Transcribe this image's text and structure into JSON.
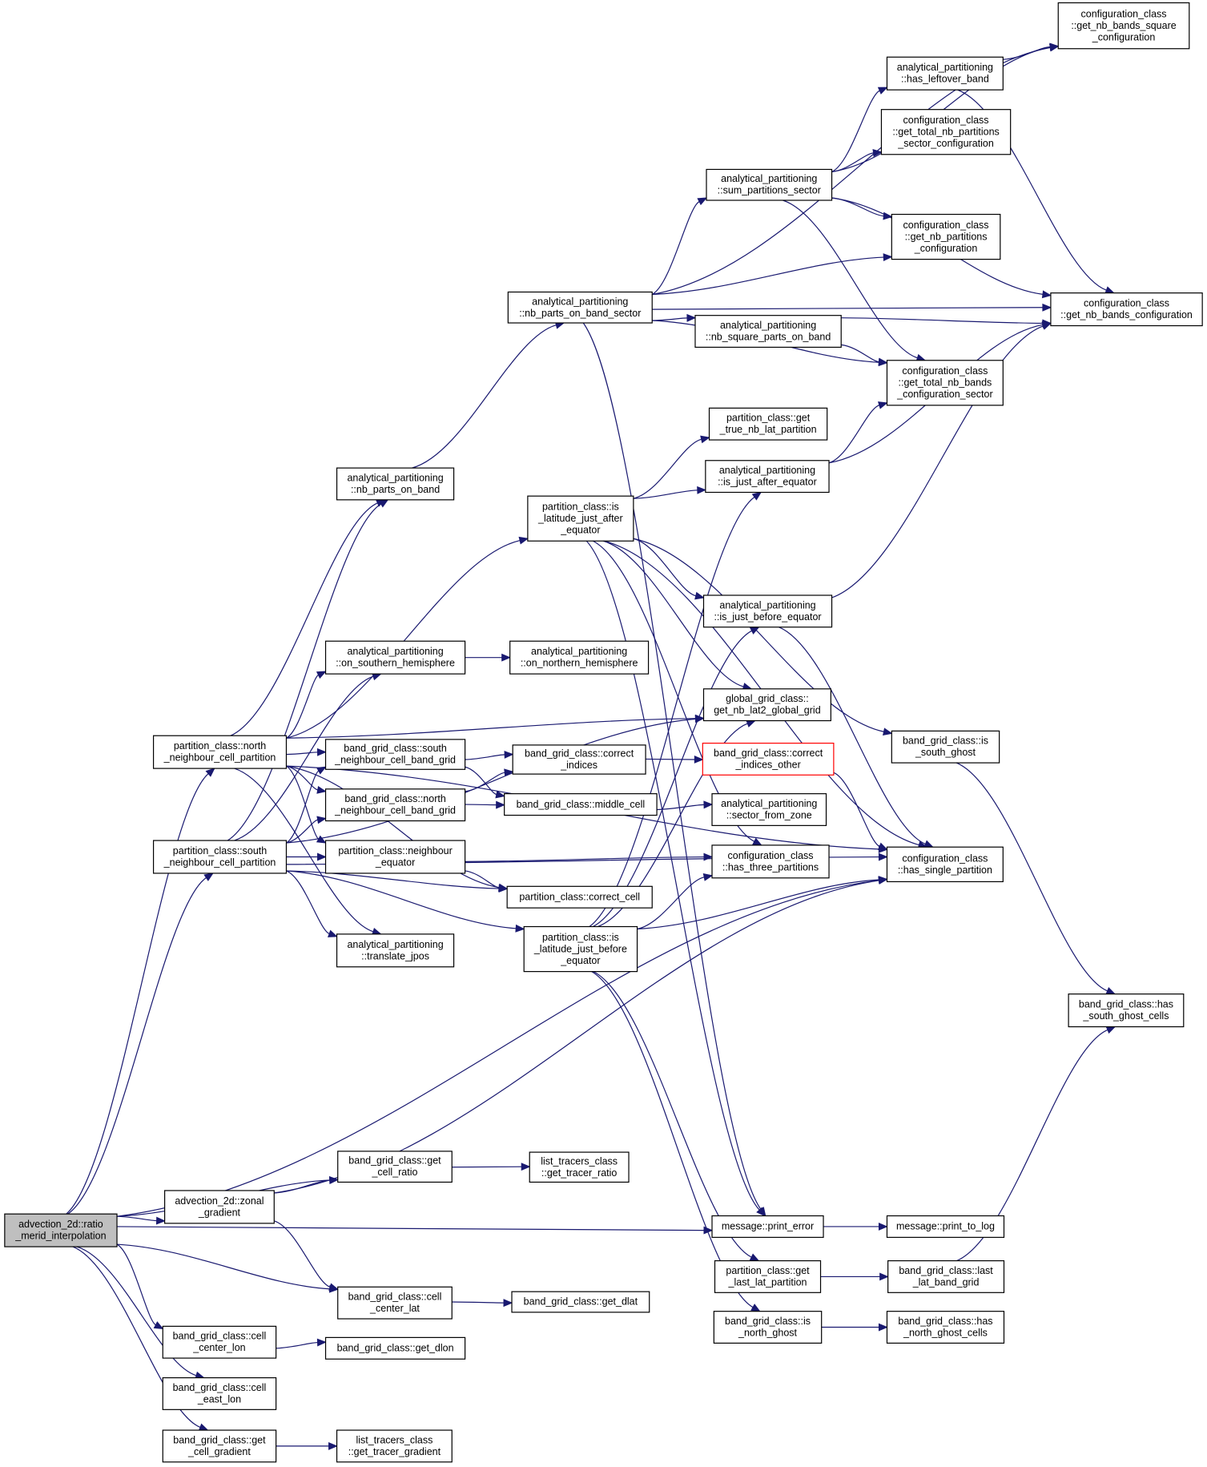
{
  "nodes": [
    {
      "id": "root",
      "lines": [
        "advection_2d::ratio",
        "_merid_interpolation"
      ],
      "style": "root"
    },
    {
      "id": "get_nb_bands_square",
      "lines": [
        "configuration_class",
        "::get_nb_bands_square",
        "_configuration"
      ]
    },
    {
      "id": "has_leftover_band",
      "lines": [
        "analytical_partitioning",
        "::has_leftover_band"
      ]
    },
    {
      "id": "get_total_nb_partitions_sector",
      "lines": [
        "configuration_class",
        "::get_total_nb_partitions",
        "_sector_configuration"
      ]
    },
    {
      "id": "sum_partitions_sector",
      "lines": [
        "analytical_partitioning",
        "::sum_partitions_sector"
      ]
    },
    {
      "id": "get_nb_partitions_conf",
      "lines": [
        "configuration_class",
        "::get_nb_partitions",
        "_configuration"
      ]
    },
    {
      "id": "nb_parts_on_band_sector",
      "lines": [
        "analytical_partitioning",
        "::nb_parts_on_band_sector"
      ]
    },
    {
      "id": "get_nb_bands_conf",
      "lines": [
        "configuration_class",
        "::get_nb_bands_configuration"
      ]
    },
    {
      "id": "nb_square_parts_on_band",
      "lines": [
        "analytical_partitioning",
        "::nb_square_parts_on_band"
      ]
    },
    {
      "id": "get_total_nb_bands_sector",
      "lines": [
        "configuration_class",
        "::get_total_nb_bands",
        "_configuration_sector"
      ]
    },
    {
      "id": "get_true_nb_lat_partition",
      "lines": [
        "partition_class::get",
        "_true_nb_lat_partition"
      ]
    },
    {
      "id": "nb_parts_on_band",
      "lines": [
        "analytical_partitioning",
        "::nb_parts_on_band"
      ]
    },
    {
      "id": "is_just_after_equator",
      "lines": [
        "analytical_partitioning",
        "::is_just_after_equator"
      ]
    },
    {
      "id": "is_latitude_just_after",
      "lines": [
        "partition_class::is",
        "_latitude_just_after",
        "_equator"
      ]
    },
    {
      "id": "is_just_before_equator",
      "lines": [
        "analytical_partitioning",
        "::is_just_before_equator"
      ]
    },
    {
      "id": "on_southern_hemisphere",
      "lines": [
        "analytical_partitioning",
        "::on_southern_hemisphere"
      ]
    },
    {
      "id": "on_northern_hemisphere",
      "lines": [
        "analytical_partitioning",
        "::on_northern_hemisphere"
      ]
    },
    {
      "id": "get_nb_lat2_global_grid",
      "lines": [
        "global_grid_class::",
        "get_nb_lat2_global_grid"
      ]
    },
    {
      "id": "is_south_ghost",
      "lines": [
        "band_grid_class::is",
        "_south_ghost"
      ]
    },
    {
      "id": "north_neighbour_cell_partition",
      "lines": [
        "partition_class::north",
        "_neighbour_cell_partition"
      ]
    },
    {
      "id": "south_neighbour_cell_band_grid",
      "lines": [
        "band_grid_class::south",
        "_neighbour_cell_band_grid"
      ]
    },
    {
      "id": "correct_indices",
      "lines": [
        "band_grid_class::correct",
        "_indices"
      ]
    },
    {
      "id": "correct_indices_other",
      "lines": [
        "band_grid_class::correct",
        "_indices_other"
      ],
      "style": "red"
    },
    {
      "id": "north_neighbour_cell_band_grid",
      "lines": [
        "band_grid_class::north",
        "_neighbour_cell_band_grid"
      ]
    },
    {
      "id": "middle_cell",
      "lines": [
        "band_grid_class::middle_cell"
      ]
    },
    {
      "id": "sector_from_zone",
      "lines": [
        "analytical_partitioning",
        "::sector_from_zone"
      ]
    },
    {
      "id": "south_neighbour_cell_partition",
      "lines": [
        "partition_class::south",
        "_neighbour_cell_partition"
      ]
    },
    {
      "id": "neighbour_equator",
      "lines": [
        "partition_class::neighbour",
        "_equator"
      ]
    },
    {
      "id": "has_three_partitions",
      "lines": [
        "configuration_class",
        "::has_three_partitions"
      ]
    },
    {
      "id": "has_single_partition",
      "lines": [
        "configuration_class",
        "::has_single_partition"
      ]
    },
    {
      "id": "correct_cell",
      "lines": [
        "partition_class::correct_cell"
      ]
    },
    {
      "id": "is_latitude_just_before",
      "lines": [
        "partition_class::is",
        "_latitude_just_before",
        "_equator"
      ]
    },
    {
      "id": "translate_jpos",
      "lines": [
        "analytical_partitioning",
        "::translate_jpos"
      ]
    },
    {
      "id": "has_south_ghost_cells",
      "lines": [
        "band_grid_class::has",
        "_south_ghost_cells"
      ]
    },
    {
      "id": "get_cell_ratio",
      "lines": [
        "band_grid_class::get",
        "_cell_ratio"
      ]
    },
    {
      "id": "get_tracer_ratio",
      "lines": [
        "list_tracers_class",
        "::get_tracer_ratio"
      ]
    },
    {
      "id": "zonal_gradient",
      "lines": [
        "advection_2d::zonal",
        "_gradient"
      ]
    },
    {
      "id": "print_error",
      "lines": [
        "message::print_error"
      ]
    },
    {
      "id": "print_to_log",
      "lines": [
        "message::print_to_log"
      ]
    },
    {
      "id": "get_last_lat_partition",
      "lines": [
        "partition_class::get",
        "_last_lat_partition"
      ]
    },
    {
      "id": "last_lat_band_grid",
      "lines": [
        "band_grid_class::last",
        "_lat_band_grid"
      ]
    },
    {
      "id": "cell_center_lat",
      "lines": [
        "band_grid_class::cell",
        "_center_lat"
      ]
    },
    {
      "id": "get_dlat",
      "lines": [
        "band_grid_class::get_dlat"
      ]
    },
    {
      "id": "is_north_ghost",
      "lines": [
        "band_grid_class::is",
        "_north_ghost"
      ]
    },
    {
      "id": "has_north_ghost_cells",
      "lines": [
        "band_grid_class::has",
        "_north_ghost_cells"
      ]
    },
    {
      "id": "cell_center_lon",
      "lines": [
        "band_grid_class::cell",
        "_center_lon"
      ]
    },
    {
      "id": "get_dlon",
      "lines": [
        "band_grid_class::get_dlon"
      ]
    },
    {
      "id": "cell_east_lon",
      "lines": [
        "band_grid_class::cell",
        "_east_lon"
      ]
    },
    {
      "id": "get_cell_gradient",
      "lines": [
        "band_grid_class::get",
        "_cell_gradient"
      ]
    },
    {
      "id": "get_tracer_gradient",
      "lines": [
        "list_tracers_class",
        "::get_tracer_gradient"
      ]
    }
  ],
  "edges": [
    [
      "root",
      "north_neighbour_cell_partition"
    ],
    [
      "root",
      "south_neighbour_cell_partition"
    ],
    [
      "root",
      "has_single_partition"
    ],
    [
      "root",
      "get_cell_ratio"
    ],
    [
      "root",
      "zonal_gradient"
    ],
    [
      "root",
      "print_error"
    ],
    [
      "root",
      "cell_center_lat"
    ],
    [
      "root",
      "cell_center_lon"
    ],
    [
      "root",
      "cell_east_lon"
    ],
    [
      "root",
      "get_cell_gradient"
    ],
    [
      "nb_parts_on_band",
      "nb_parts_on_band_sector"
    ],
    [
      "nb_parts_on_band_sector",
      "get_nb_bands_square"
    ],
    [
      "nb_parts_on_band_sector",
      "sum_partitions_sector"
    ],
    [
      "nb_parts_on_band_sector",
      "get_nb_partitions_conf"
    ],
    [
      "nb_parts_on_band_sector",
      "get_nb_bands_conf"
    ],
    [
      "nb_parts_on_band_sector",
      "nb_square_parts_on_band"
    ],
    [
      "nb_parts_on_band_sector",
      "get_total_nb_bands_sector"
    ],
    [
      "nb_parts_on_band_sector",
      "print_error"
    ],
    [
      "sum_partitions_sector",
      "get_nb_bands_square"
    ],
    [
      "sum_partitions_sector",
      "has_leftover_band"
    ],
    [
      "sum_partitions_sector",
      "get_total_nb_partitions_sector"
    ],
    [
      "sum_partitions_sector",
      "get_nb_partitions_conf"
    ],
    [
      "sum_partitions_sector",
      "get_nb_bands_conf"
    ],
    [
      "sum_partitions_sector",
      "get_total_nb_bands_sector"
    ],
    [
      "has_leftover_band",
      "get_nb_bands_square"
    ],
    [
      "has_leftover_band",
      "get_nb_bands_conf"
    ],
    [
      "nb_square_parts_on_band",
      "get_nb_bands_conf"
    ],
    [
      "nb_square_parts_on_band",
      "get_total_nb_bands_sector"
    ],
    [
      "is_just_after_equator",
      "get_total_nb_bands_sector"
    ],
    [
      "is_just_after_equator",
      "get_nb_bands_conf"
    ],
    [
      "is_just_before_equator",
      "get_nb_bands_conf"
    ],
    [
      "is_just_before_equator",
      "has_single_partition"
    ],
    [
      "is_latitude_just_after",
      "get_true_nb_lat_partition"
    ],
    [
      "is_latitude_just_after",
      "is_just_after_equator"
    ],
    [
      "is_latitude_just_after",
      "is_just_before_equator"
    ],
    [
      "is_latitude_just_after",
      "get_nb_lat2_global_grid"
    ],
    [
      "is_latitude_just_after",
      "is_south_ghost"
    ],
    [
      "is_latitude_just_after",
      "has_single_partition"
    ],
    [
      "is_latitude_just_after",
      "has_three_partitions"
    ],
    [
      "is_latitude_just_after",
      "print_error"
    ],
    [
      "is_south_ghost",
      "has_south_ghost_cells"
    ],
    [
      "on_southern_hemisphere",
      "on_northern_hemisphere"
    ],
    [
      "north_neighbour_cell_partition",
      "nb_parts_on_band"
    ],
    [
      "north_neighbour_cell_partition",
      "is_latitude_just_after"
    ],
    [
      "north_neighbour_cell_partition",
      "on_southern_hemisphere"
    ],
    [
      "north_neighbour_cell_partition",
      "get_nb_lat2_global_grid"
    ],
    [
      "north_neighbour_cell_partition",
      "has_single_partition"
    ],
    [
      "north_neighbour_cell_partition",
      "south_neighbour_cell_band_grid"
    ],
    [
      "north_neighbour_cell_partition",
      "north_neighbour_cell_band_grid"
    ],
    [
      "north_neighbour_cell_partition",
      "neighbour_equator"
    ],
    [
      "north_neighbour_cell_partition",
      "correct_cell"
    ],
    [
      "north_neighbour_cell_partition",
      "translate_jpos"
    ],
    [
      "south_neighbour_cell_partition",
      "nb_parts_on_band"
    ],
    [
      "south_neighbour_cell_partition",
      "on_southern_hemisphere"
    ],
    [
      "south_neighbour_cell_partition",
      "get_nb_lat2_global_grid"
    ],
    [
      "south_neighbour_cell_partition",
      "south_neighbour_cell_band_grid"
    ],
    [
      "south_neighbour_cell_partition",
      "north_neighbour_cell_band_grid"
    ],
    [
      "south_neighbour_cell_partition",
      "neighbour_equator"
    ],
    [
      "south_neighbour_cell_partition",
      "correct_cell"
    ],
    [
      "south_neighbour_cell_partition",
      "translate_jpos"
    ],
    [
      "south_neighbour_cell_partition",
      "is_latitude_just_before"
    ],
    [
      "south_neighbour_cell_partition",
      "has_single_partition"
    ],
    [
      "south_neighbour_cell_band_grid",
      "correct_indices"
    ],
    [
      "south_neighbour_cell_band_grid",
      "middle_cell"
    ],
    [
      "north_neighbour_cell_band_grid",
      "correct_indices"
    ],
    [
      "north_neighbour_cell_band_grid",
      "middle_cell"
    ],
    [
      "correct_indices",
      "correct_indices_other"
    ],
    [
      "correct_indices_other",
      "has_single_partition"
    ],
    [
      "middle_cell",
      "sector_from_zone"
    ],
    [
      "neighbour_equator",
      "has_three_partitions"
    ],
    [
      "neighbour_equator",
      "correct_cell"
    ],
    [
      "is_latitude_just_before",
      "is_just_after_equator"
    ],
    [
      "is_latitude_just_before",
      "is_just_before_equator"
    ],
    [
      "is_latitude_just_before",
      "get_nb_lat2_global_grid"
    ],
    [
      "is_latitude_just_before",
      "has_three_partitions"
    ],
    [
      "is_latitude_just_before",
      "has_single_partition"
    ],
    [
      "is_latitude_just_before",
      "get_last_lat_partition"
    ],
    [
      "is_latitude_just_before",
      "is_north_ghost"
    ],
    [
      "get_cell_ratio",
      "get_tracer_ratio"
    ],
    [
      "zonal_gradient",
      "get_cell_ratio"
    ],
    [
      "zonal_gradient",
      "has_single_partition"
    ],
    [
      "zonal_gradient",
      "cell_center_lat"
    ],
    [
      "print_error",
      "print_to_log"
    ],
    [
      "get_last_lat_partition",
      "last_lat_band_grid"
    ],
    [
      "last_lat_band_grid",
      "has_south_ghost_cells"
    ],
    [
      "cell_center_lat",
      "get_dlat"
    ],
    [
      "is_north_ghost",
      "has_north_ghost_cells"
    ],
    [
      "cell_center_lon",
      "get_dlon"
    ],
    [
      "get_cell_gradient",
      "get_tracer_gradient"
    ]
  ]
}
